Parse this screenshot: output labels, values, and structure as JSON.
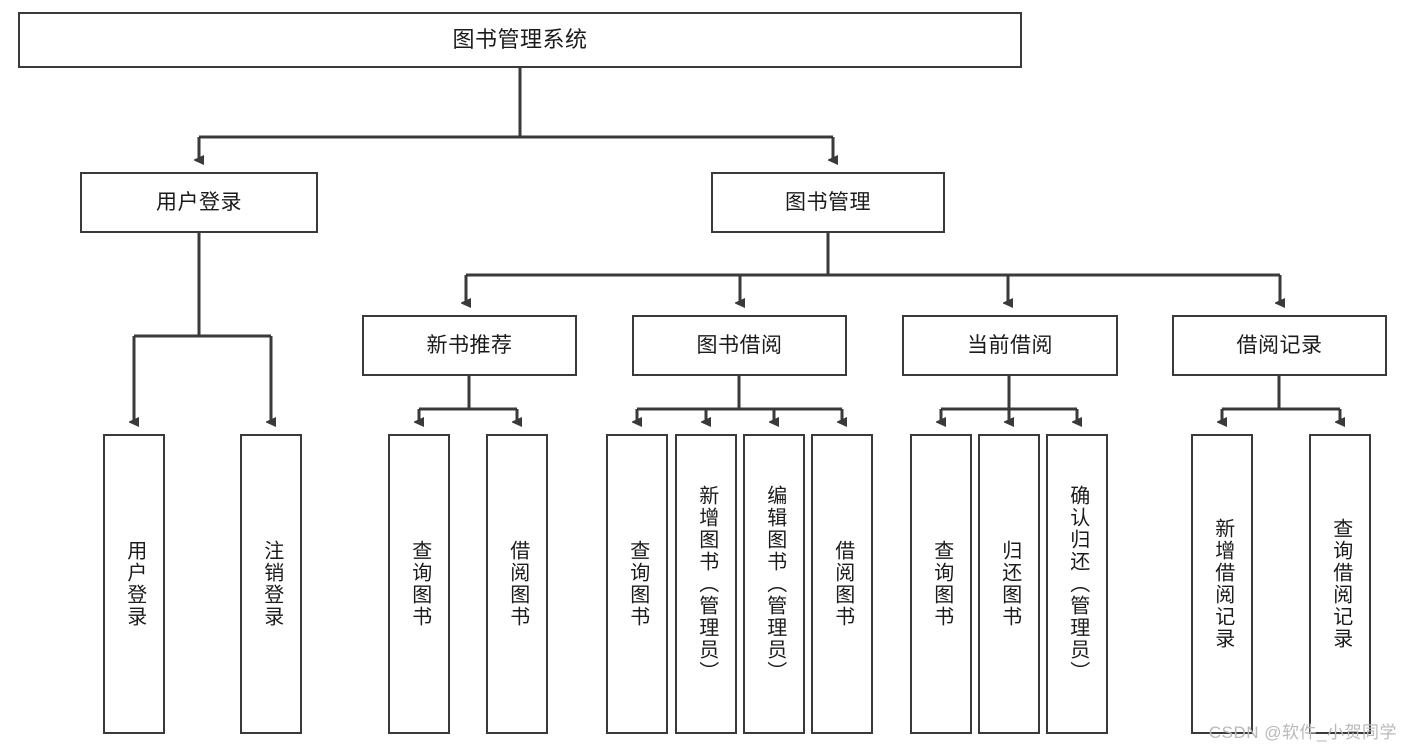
{
  "diagram": {
    "title": "图书管理系统",
    "watermark": "CSDN @软件_小贺同学",
    "line_color": "#3a3a3a",
    "box_fill": "#ffffff",
    "text_color": "#1b1b1b",
    "watermark_color": "#b9b9b9",
    "root": {
      "label": "图书管理系统"
    },
    "level2": [
      {
        "label": "用户登录"
      },
      {
        "label": "图书管理"
      }
    ],
    "level3": [
      {
        "label": "新书推荐"
      },
      {
        "label": "图书借阅"
      },
      {
        "label": "当前借阅"
      },
      {
        "label": "借阅记录"
      }
    ],
    "leaves": {
      "user_login": [
        {
          "label": "用户登录"
        },
        {
          "label": "注销登录"
        }
      ],
      "new_book": [
        {
          "label": "查询图书"
        },
        {
          "label": "借阅图书"
        }
      ],
      "book_borrow": [
        {
          "label": "查询图书"
        },
        {
          "label": "新增图书（管理员）"
        },
        {
          "label": "编辑图书（管理员）"
        },
        {
          "label": "借阅图书"
        }
      ],
      "current_borrow": [
        {
          "label": "查询图书"
        },
        {
          "label": "归还图书"
        },
        {
          "label": "确认归还（管理员）"
        }
      ],
      "borrow_record": [
        {
          "label": "新增借阅记录"
        },
        {
          "label": "查询借阅记录"
        }
      ]
    }
  }
}
